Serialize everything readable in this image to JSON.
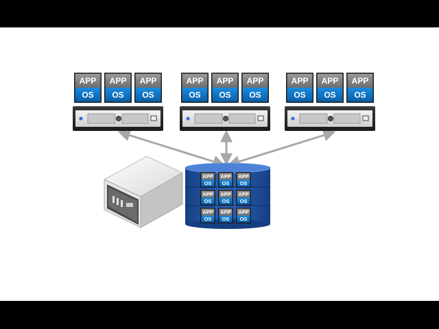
{
  "diagram": {
    "vm_app_label": "APP",
    "vm_os_label": "OS",
    "host_servers": [
      {
        "id": "host-server-left",
        "vm_count": 3
      },
      {
        "id": "host-server-center",
        "vm_count": 3
      },
      {
        "id": "host-server-right",
        "vm_count": 3
      }
    ],
    "storage": {
      "rows": 3,
      "cols": 3
    },
    "colors": {
      "vm_gray": "#8a8a8a",
      "vm_blue": "#0b73c2",
      "server_dark": "#2b2b2b",
      "arrow": "#a8a8a8",
      "storage_body": "#2a5aa8"
    }
  }
}
